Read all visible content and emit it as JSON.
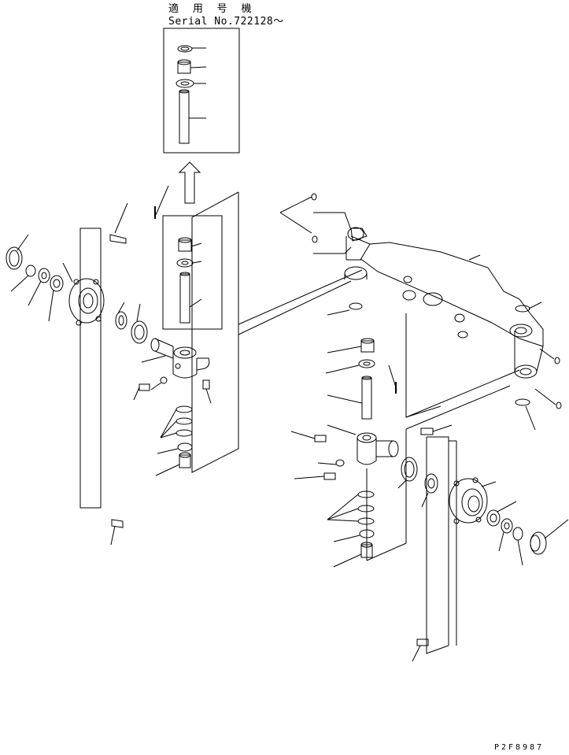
{
  "header": {
    "applicable_serial_title": "適 用 号 機",
    "serial_label": "Serial No.722128～"
  },
  "footer": {
    "drawing_code": "P2F8987"
  },
  "colors": {
    "line": "#000000",
    "background": "#ffffff"
  }
}
